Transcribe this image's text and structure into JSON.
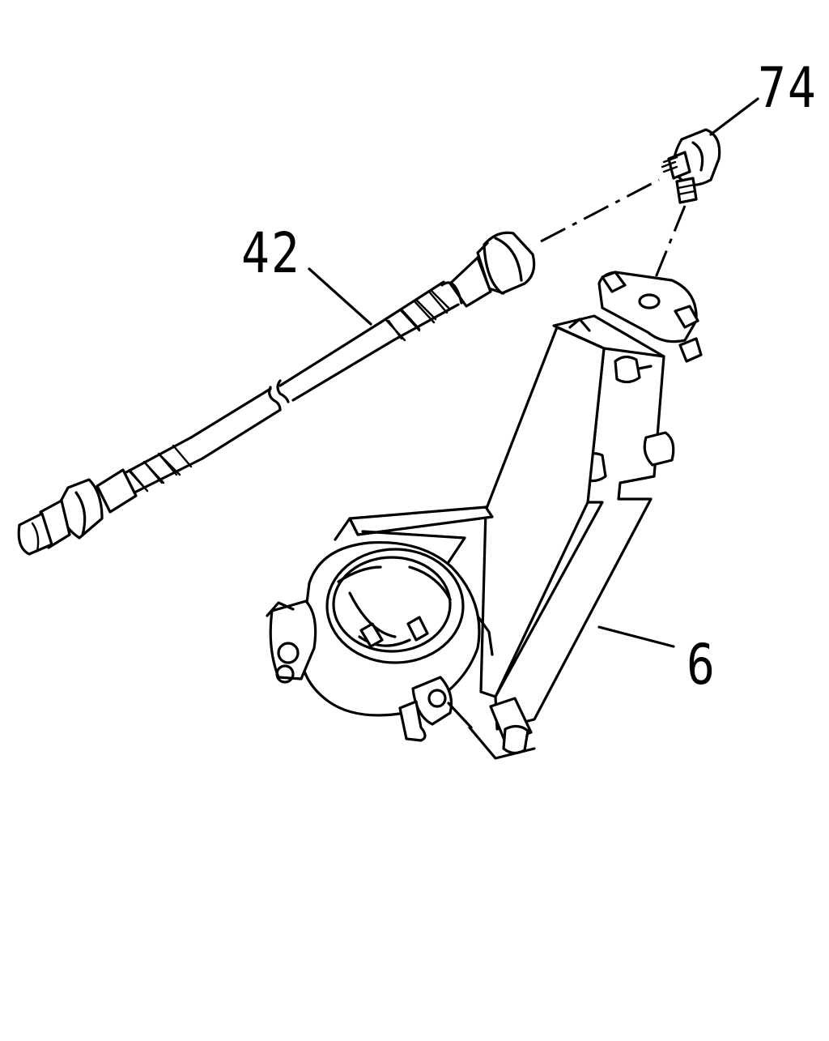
{
  "diagram": {
    "parts": [
      {
        "id": "part-74",
        "number": "74"
      },
      {
        "id": "part-42",
        "number": "42"
      },
      {
        "id": "part-6",
        "number": "6"
      }
    ]
  }
}
